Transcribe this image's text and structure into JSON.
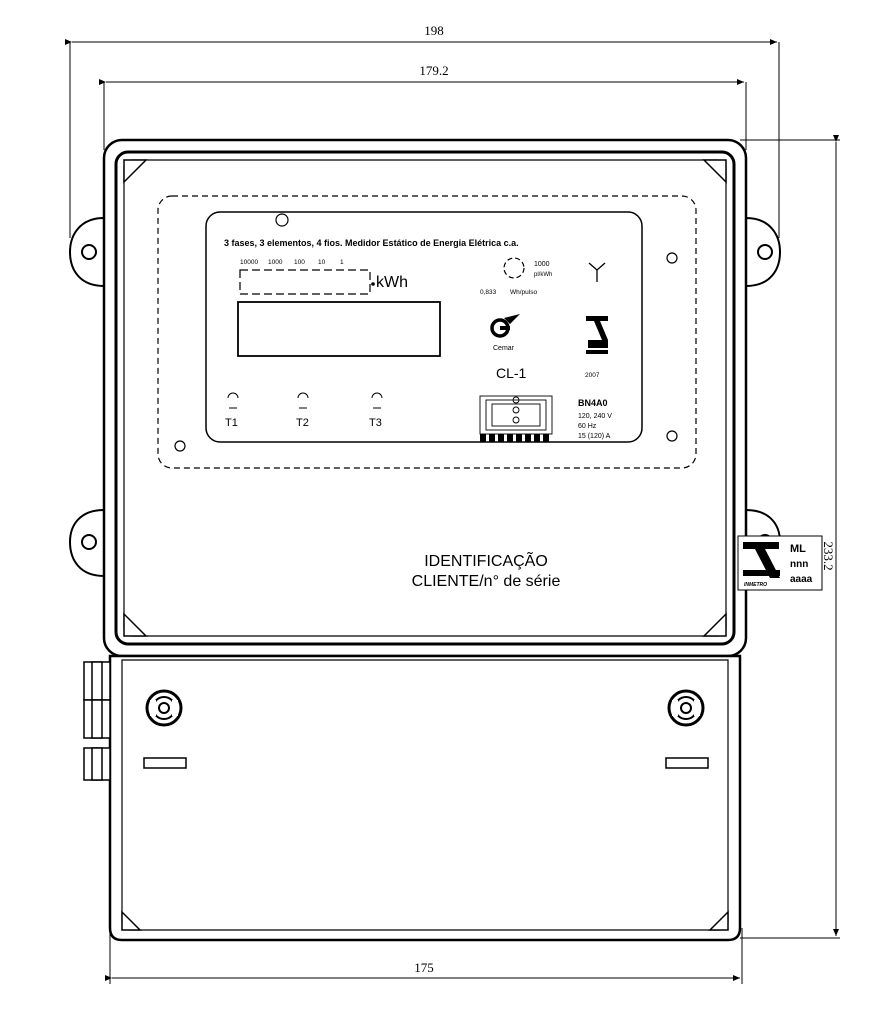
{
  "dimensions": {
    "overall_width": "198",
    "inner_width": "179.2",
    "height": "233.2",
    "bottom_width": "175"
  },
  "nameplate": {
    "title": "3 fases, 3 elementos, 4 fios. Medidor Estático de Energia Elétrica c.a.",
    "register_digits": [
      "10000",
      "1000",
      "100",
      "10",
      "1"
    ],
    "unit": "kWh",
    "pulse_rate": "1000",
    "pulse_unit": "pl/kWh",
    "constant": "0,833",
    "constant_unit": "Wh/pulso",
    "maker": "Cemar",
    "model": "CL-1",
    "year": "2007",
    "type_code": "BN4A0",
    "voltage": "120, 240 V",
    "frequency": "60 Hz",
    "current": "15 (120) A",
    "tariff_labels": [
      "T1",
      "T2",
      "T3"
    ]
  },
  "identification": {
    "line1": "IDENTIFICAÇÃO",
    "line2": "CLIENTE/n° de série"
  },
  "seal": {
    "line1": "ML",
    "line2": "nnn",
    "line3": "aaaa",
    "brand": "INMETRO"
  }
}
